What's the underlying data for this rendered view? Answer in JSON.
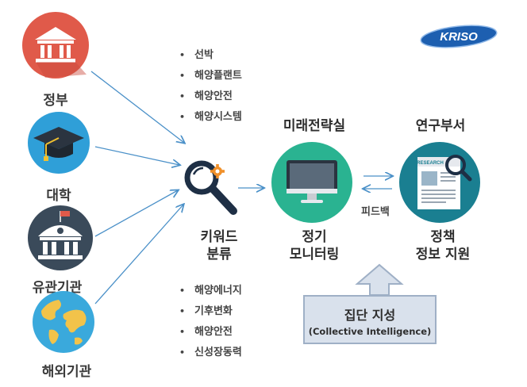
{
  "logo": "KRISO",
  "sources": [
    {
      "label": "정부",
      "icon": "government-building-icon"
    },
    {
      "label": "대학",
      "icon": "graduation-cap-icon"
    },
    {
      "label": "유관기관",
      "icon": "institution-building-icon"
    },
    {
      "label": "해외기관",
      "icon": "globe-icon"
    }
  ],
  "keywords_top": [
    "선박",
    "해양플랜트",
    "해양안전",
    "해양시스템"
  ],
  "keywords_bottom": [
    "해양에너지",
    "기후변화",
    "해양안전",
    "신성장동력"
  ],
  "classify": {
    "line1": "키워드",
    "line2": "분류"
  },
  "strategy_office": {
    "title": "미래전략실",
    "line1": "정기",
    "line2": "모니터링"
  },
  "research_dept": {
    "title": "연구부서",
    "line1": "정책",
    "line2": "정보 지원",
    "icon_text": "RESEARCH"
  },
  "feedback": "피드백",
  "collective": {
    "title": "집단 지성",
    "subtitle": "(Collective Intelligence)"
  },
  "colors": {
    "government": "#e05a4a",
    "university": "#2f9fd8",
    "institution": "#3a4a5a",
    "globe": "#3aa9dc",
    "accent_green": "#2ab391",
    "research_teal": "#1a7f91",
    "arrow": "#4a90c8"
  }
}
